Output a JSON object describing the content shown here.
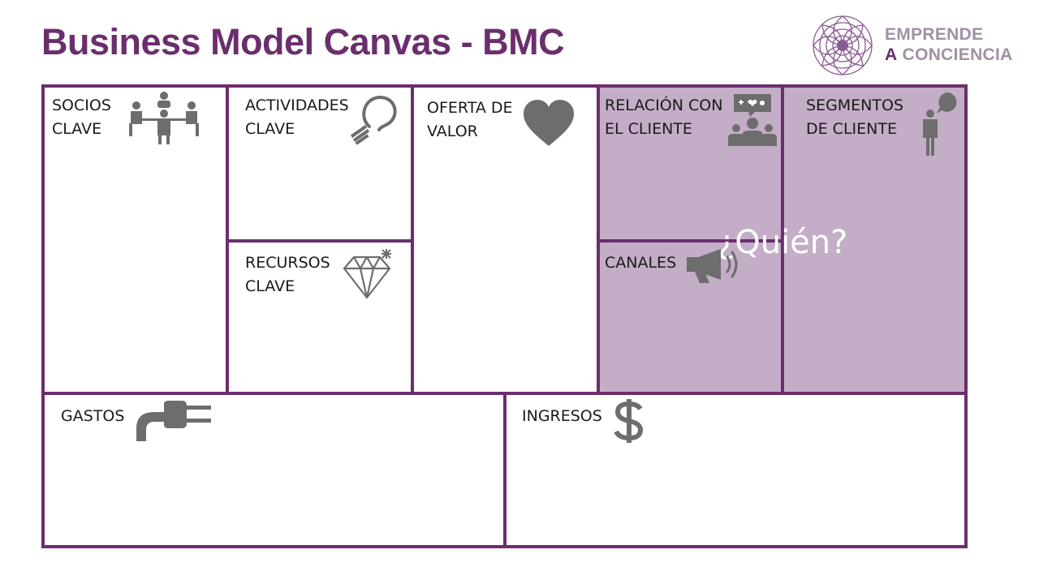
{
  "title": "Business Model Canvas - BMC",
  "logo": {
    "line1": "EMPRENDE",
    "line2_prefix": "A",
    "line2_word": "CONCIENCIA"
  },
  "blocks": {
    "socios": "SOCIOS\nCLAVE",
    "actividades": "ACTIVIDADES\nCLAVE",
    "recursos": "RECURSOS\nCLAVE",
    "oferta": "OFERTA DE\nVALOR",
    "relacion": "RELACIÓN CON\nEL CLIENTE",
    "canales": "CANALES",
    "segmentos": "SEGMENTOS\nDE CLIENTE",
    "gastos": "GASTOS",
    "ingresos": "INGRESOS"
  },
  "highlight_label": "¿Quién?",
  "colors": {
    "border": "#6b2e6d",
    "highlight": "#c4adc7",
    "icon": "#6d6d6d"
  },
  "icons": {
    "socios": "meeting-table-icon",
    "actividades": "lightbulb-icon",
    "recursos": "diamond-icon",
    "oferta": "heart-icon",
    "relacion": "group-chat-icon",
    "canales": "megaphone-icon",
    "segmentos": "person-speech-icon",
    "gastos": "plug-icon",
    "ingresos": "dollar-icon"
  }
}
